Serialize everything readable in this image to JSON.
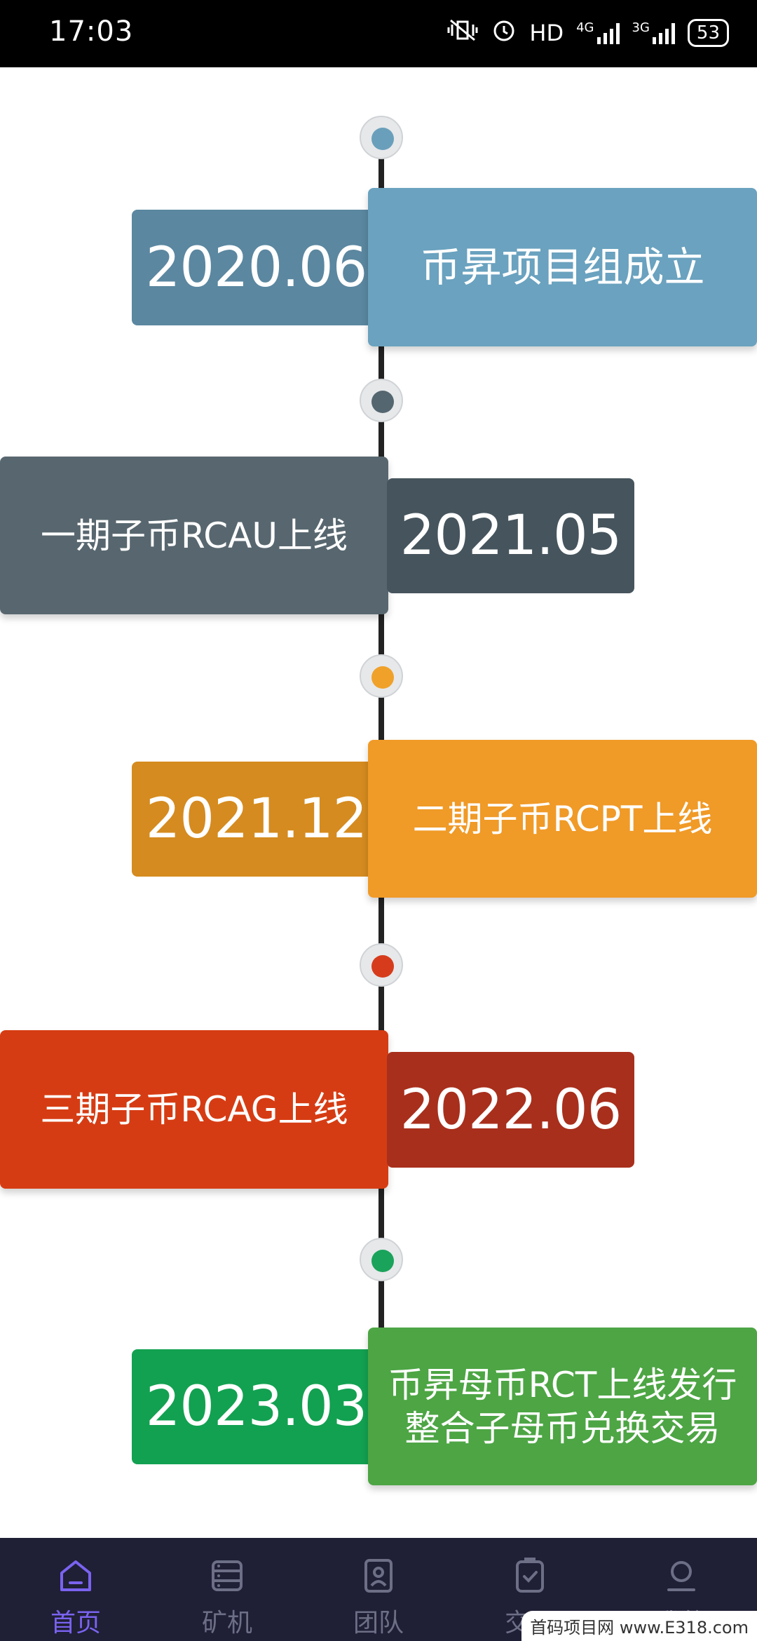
{
  "status_bar": {
    "time": "17:03",
    "hd": "HD",
    "net1": "4G",
    "net2": "3G",
    "battery": "53"
  },
  "timeline": [
    {
      "date": "2020.06",
      "text_lines": [
        "币昇项目组成立"
      ],
      "dot_color": "#6a9fbb",
      "date_color": "#5b87a0",
      "label_color": "#6aa2bf"
    },
    {
      "date": "2021.05",
      "text_lines": [
        "一期子币RCAU上线"
      ],
      "dot_color": "#546670",
      "date_color": "#46545d",
      "label_color": "#58676f"
    },
    {
      "date": "2021.12",
      "text_lines": [
        "二期子币RCPT上线"
      ],
      "dot_color": "#f0a12a",
      "date_color": "#d58b1f",
      "label_color": "#f09a27"
    },
    {
      "date": "2022.06",
      "text_lines": [
        "三期子币RCAG上线"
      ],
      "dot_color": "#d63c1c",
      "date_color": "#a82f1c",
      "label_color": "#d63c13"
    },
    {
      "date": "2023.03",
      "text_lines": [
        "币昇母币RCT上线发行",
        "整合子母币兑换交易"
      ],
      "dot_color": "#1aa35a",
      "date_color": "#12a151",
      "label_color": "#4da544"
    }
  ],
  "bottom_nav": [
    {
      "label": "首页",
      "icon": "home-icon",
      "active": true
    },
    {
      "label": "矿机",
      "icon": "server-icon",
      "active": false
    },
    {
      "label": "团队",
      "icon": "team-icon",
      "active": false
    },
    {
      "label": "交易",
      "icon": "trade-icon",
      "active": false
    },
    {
      "label": "我的",
      "icon": "profile-icon",
      "active": false
    }
  ],
  "watermark": "首码项目网 www.E318.com"
}
